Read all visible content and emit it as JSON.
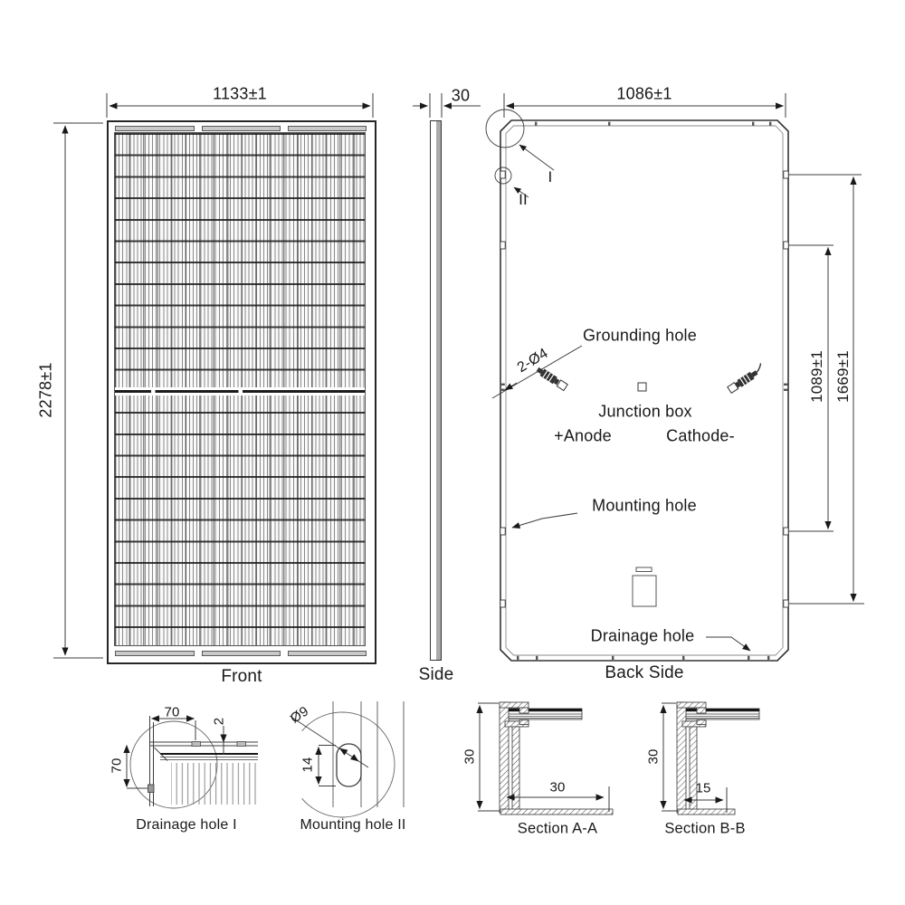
{
  "views": {
    "front": {
      "caption": "Front",
      "dim_width": "1133±1",
      "dim_height": "2278±1"
    },
    "side": {
      "caption": "Side",
      "dim_thickness": "30"
    },
    "back": {
      "caption": "Back Side",
      "dim_width": "1086±1",
      "dim_hole_span_inner": "1089±1",
      "dim_hole_span_outer": "1669±1",
      "dim_grounding_holes": "2-Ø4",
      "label_grounding_hole": "Grounding hole",
      "label_junction_box": "Junction box",
      "label_anode": "+Anode",
      "label_cathode": "Cathode-",
      "label_mounting_hole": "Mounting hole",
      "label_drainage_hole": "Drainage hole",
      "marker_i": "I",
      "marker_ii": "II"
    }
  },
  "details": {
    "drainage": {
      "caption": "Drainage hole I",
      "dim_top": "70",
      "dim_side": "70",
      "dim_edge": "2"
    },
    "mounting": {
      "caption": "Mounting hole II",
      "dim_diameter": "Ø9",
      "dim_length": "14"
    },
    "section_aa": {
      "caption": "Section A-A",
      "dim_height": "30",
      "dim_width": "30"
    },
    "section_bb": {
      "caption": "Section B-B",
      "dim_height": "30",
      "dim_width": "15"
    }
  },
  "colors": {
    "line": "#3c3c3c",
    "text": "#191919"
  }
}
